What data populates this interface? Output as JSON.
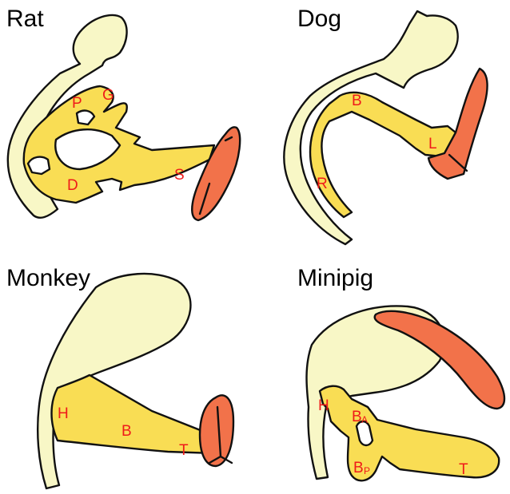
{
  "colors": {
    "outline": "#111111",
    "stomach_pale": "#f8f7c6",
    "pancreas_yellow": "#f9dd54",
    "spleen_orange": "#f2724a",
    "label_red": "#ef1a1a",
    "background": "#ffffff"
  },
  "panels": {
    "rat": {
      "title": "Rat",
      "labels": {
        "p": "P",
        "g": "G",
        "d": "D",
        "s": "S"
      }
    },
    "dog": {
      "title": "Dog",
      "labels": {
        "b": "B",
        "l": "L",
        "r": "R"
      }
    },
    "monkey": {
      "title": "Monkey",
      "labels": {
        "h": "H",
        "b": "B",
        "t": "T"
      }
    },
    "minipig": {
      "title": "Minipig",
      "labels": {
        "h": "H",
        "ba_main": "B",
        "ba_sub": "A",
        "bp_main": "B",
        "bp_sub": "P",
        "t": "T"
      }
    }
  }
}
